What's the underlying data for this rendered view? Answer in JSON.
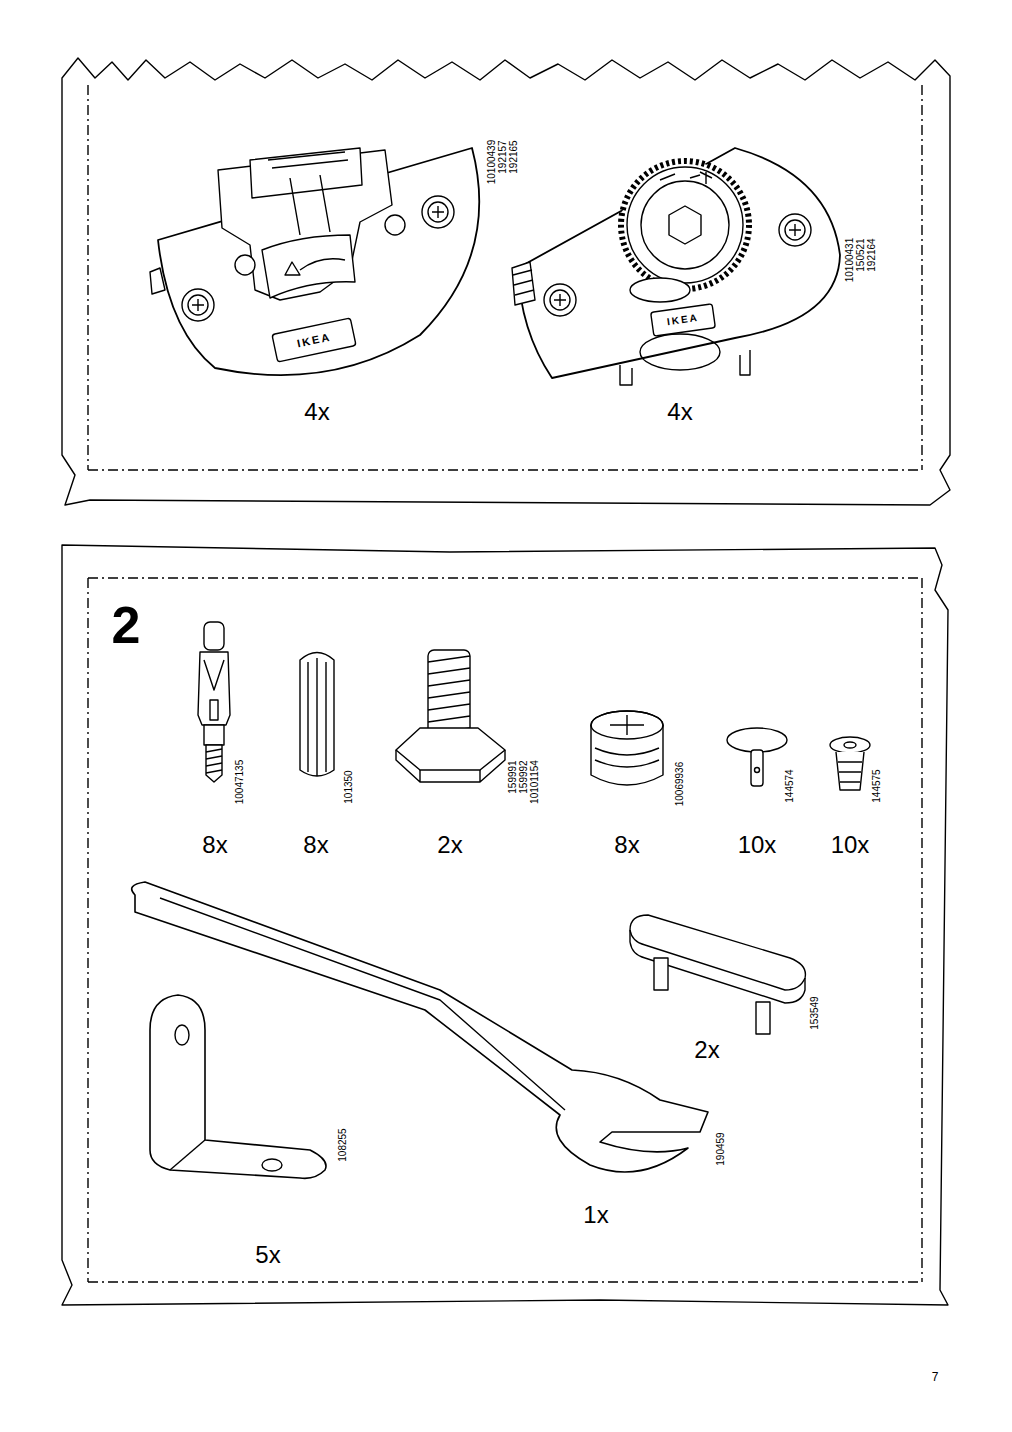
{
  "diagram": {
    "labels": [
      "10100439",
      "192157",
      "192165",
      "IKEA",
      "4x",
      "10100431",
      "150521",
      "192164",
      "IKEA",
      "4x",
      "2",
      "10047135",
      "8x",
      "101350",
      "8x",
      "159991",
      "159992",
      "10101154",
      "2x",
      "10069936",
      "8x",
      "144574",
      "10x",
      "144575",
      "10x",
      "153549",
      "2x",
      "190459",
      "1x",
      "108255",
      "5x",
      "7"
    ]
  }
}
